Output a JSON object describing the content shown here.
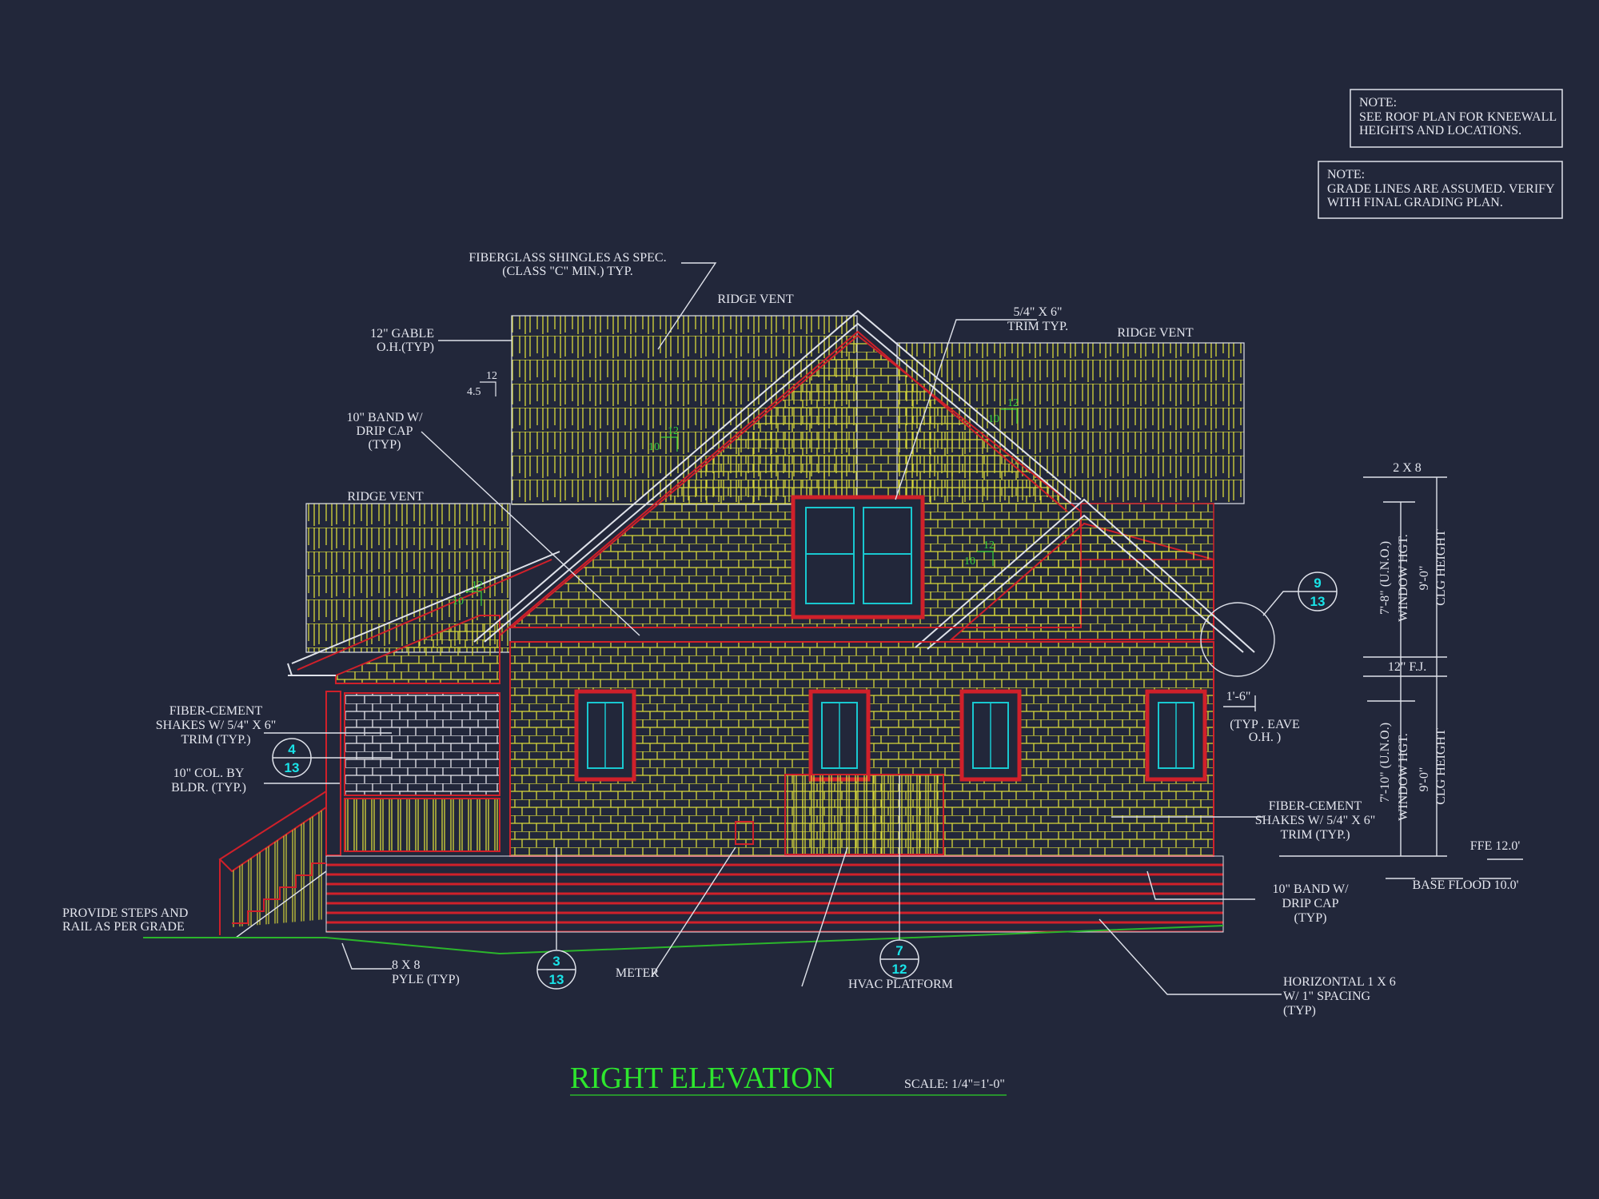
{
  "drawing": {
    "title": "RIGHT ELEVATION",
    "scale": "SCALE: 1/4\"=1'-0\"",
    "colors": {
      "background": "#22273a",
      "siding": "#d8d83a",
      "trim": "#d0202a",
      "grade": "#2bb52b",
      "title": "#2ee62e",
      "bubble_text": "#19e3e8",
      "annotation": "#e4e6ee"
    }
  },
  "notes": [
    {
      "heading": "NOTE:",
      "lines": [
        "SEE ROOF PLAN FOR KNEEWALL",
        "HEIGHTS AND LOCATIONS."
      ]
    },
    {
      "heading": "NOTE:",
      "lines": [
        "GRADE LINES ARE ASSUMED. VERIFY",
        "WITH FINAL GRADING PLAN."
      ]
    }
  ],
  "labels": [
    {
      "lines": [
        "FIBERGLASS SHINGLES AS SPEC.",
        "(CLASS \"C\" MIN.) TYP."
      ]
    },
    {
      "lines": [
        "RIDGE  VENT"
      ]
    },
    {
      "lines": [
        "RIDGE  VENT"
      ]
    },
    {
      "lines": [
        "RIDGE  VENT"
      ]
    },
    {
      "lines": [
        "5/4\" X 6\"",
        "TRIM TYP."
      ]
    },
    {
      "lines": [
        "12\" GABLE",
        "O.H.(TYP)"
      ]
    },
    {
      "lines": [
        "10\" BAND W/",
        "DRIP CAP",
        "(TYP)"
      ]
    },
    {
      "lines": [
        "FIBER-CEMENT",
        "SHAKES W/ 5/4\" X 6\"",
        "TRIM (TYP.)"
      ]
    },
    {
      "lines": [
        "10\" COL. BY",
        "BLDR. (TYP.)"
      ]
    },
    {
      "lines": [
        "PROVIDE STEPS AND",
        "RAIL AS PER GRADE"
      ]
    },
    {
      "lines": [
        "8 X 8",
        "PYLE (TYP)"
      ]
    },
    {
      "lines": [
        "METER"
      ]
    },
    {
      "lines": [
        "HVAC PLATFORM"
      ]
    },
    {
      "lines": [
        "HORIZONTAL 1 X 6",
        "W/ 1\" SPACING",
        "(TYP)"
      ]
    },
    {
      "lines": [
        "10\" BAND W/",
        "DRIP CAP",
        "(TYP)"
      ]
    },
    {
      "lines": [
        "FIBER-CEMENT",
        "SHAKES W/ 5/4\" X 6\"",
        "TRIM (TYP.)"
      ]
    },
    {
      "lines": [
        "(TYP . EAVE",
        "O.H.  )"
      ]
    },
    {
      "lines": [
        "1'-6\""
      ]
    },
    {
      "lines": [
        "2 X 8"
      ]
    },
    {
      "lines": [
        "12\" F.J."
      ]
    },
    {
      "lines": [
        "FFE 12.0'"
      ]
    },
    {
      "lines": [
        "BASE FLOOD  10.0'"
      ]
    }
  ],
  "vertical_dims": [
    "7'-8\" (U.N.O.)",
    "WINDOW HGT.",
    "9'-0\"",
    "CLG HEIGHT",
    "7'-10\" (U.N.O.)",
    "WINDOW HGT.",
    "9'-0\"",
    "CLG HEIGHT"
  ],
  "pitch_marks": [
    {
      "rise": "10",
      "run": "12"
    },
    {
      "rise": "10",
      "run": "12"
    },
    {
      "rise": "10",
      "run": "12"
    },
    {
      "rise": "10",
      "run": "12"
    },
    {
      "rise": "4.5",
      "run": "12"
    }
  ],
  "section_bubbles": [
    {
      "detail": "4",
      "sheet": "13"
    },
    {
      "detail": "3",
      "sheet": "13"
    },
    {
      "detail": "7",
      "sheet": "12"
    },
    {
      "detail": "9",
      "sheet": "13"
    }
  ]
}
